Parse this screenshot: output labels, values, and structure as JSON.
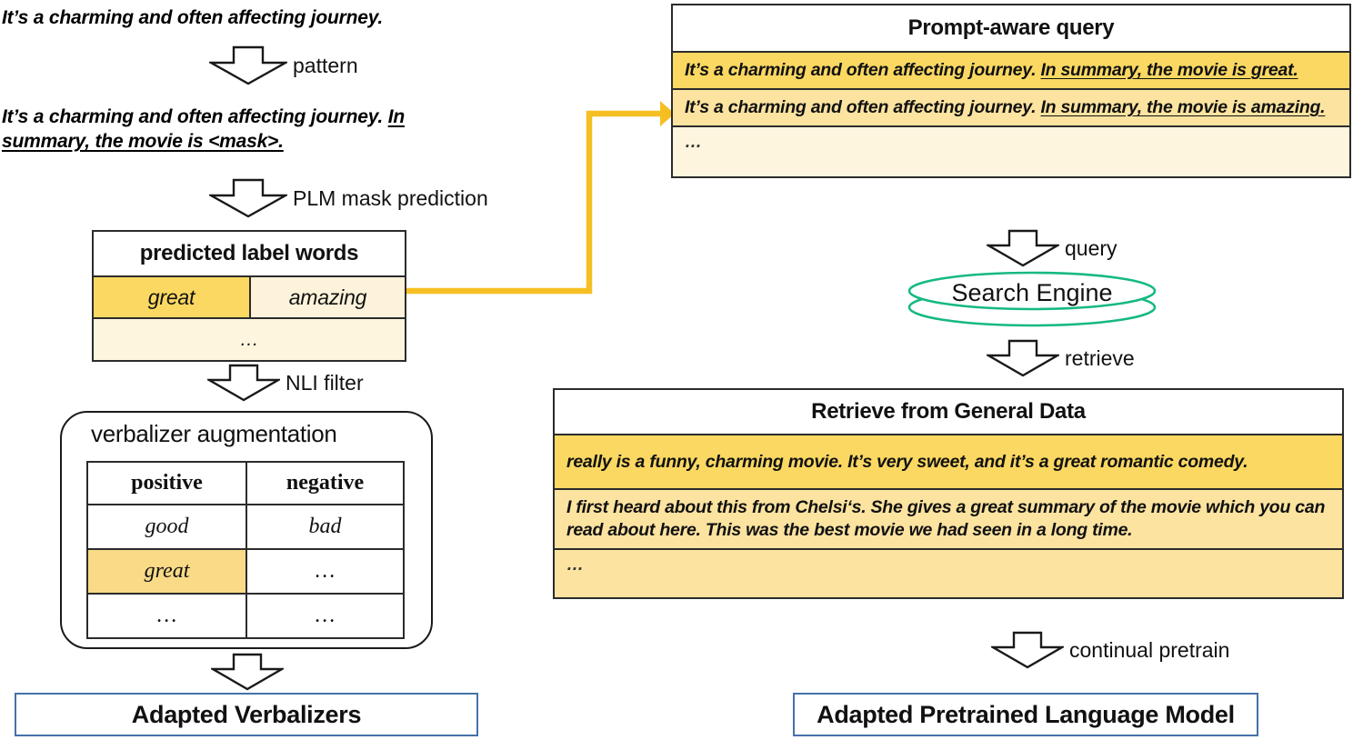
{
  "figure": {
    "colors": {
      "highlight_strong": "#FBD862",
      "highlight_mid": "#FCE3A0",
      "highlight_pale": "#FDF5DE",
      "verbalizer_highlight": "#F9DA87",
      "connector_yellow": "#F5BF24",
      "search_engine_green": "#17B981",
      "box_blue": "#4472A8",
      "line_black": "#2b2b2b"
    }
  },
  "left": {
    "input_sentence": "It’s a charming and often affecting journey.",
    "step_pattern_label": "pattern",
    "patterned_sentence": {
      "plain": "It’s a charming and often affecting journey. ",
      "underlined_1": "In",
      "underlined_2": "summary, the movie is <mask>."
    },
    "step_plm_label": "PLM mask prediction",
    "predicted_label_words": {
      "title": "predicted label words",
      "row_words": [
        "great",
        "amazing"
      ],
      "row_more": "…"
    },
    "step_nli_label": "NLI filter",
    "verbalizer": {
      "title": "verbalizer augmentation",
      "columns": [
        "positive",
        "negative"
      ],
      "rows": [
        {
          "positive": "good",
          "negative": "bad",
          "highlight": false
        },
        {
          "positive": "great",
          "negative": "…",
          "highlight": true
        },
        {
          "positive": "…",
          "negative": "…",
          "highlight": false
        }
      ]
    },
    "output_box": "Adapted Verbalizers"
  },
  "right": {
    "prompt_aware_query": {
      "title": "Prompt-aware query",
      "rows": [
        {
          "plain": "It’s a charming and often affecting journey. ",
          "underlined": "In summary, the movie is great.",
          "shade": "strong"
        },
        {
          "plain": "It’s a charming and often affecting journey. ",
          "underlined": "In summary, the movie is amazing.",
          "shade": "mid"
        },
        {
          "plain": "…",
          "underlined": "",
          "shade": "pale"
        }
      ]
    },
    "step_query_label": "query",
    "search_engine": "Search Engine",
    "step_retrieve_label": "retrieve",
    "retrieved": {
      "title": "Retrieve from General Data",
      "rows": [
        {
          "text": "really is a funny, charming movie. It’s very sweet, and it’s a great romantic comedy.",
          "shade": "strong"
        },
        {
          "text": "I first heard about this from Chelsi‘s. She gives a great summary of the movie which you can read about here. This was the best movie we had seen in a long time.",
          "shade": "mid"
        },
        {
          "text": "…",
          "shade": "mid"
        }
      ]
    },
    "step_pretrain_label": "continual pretrain",
    "output_box": "Adapted Pretrained Language Model"
  }
}
